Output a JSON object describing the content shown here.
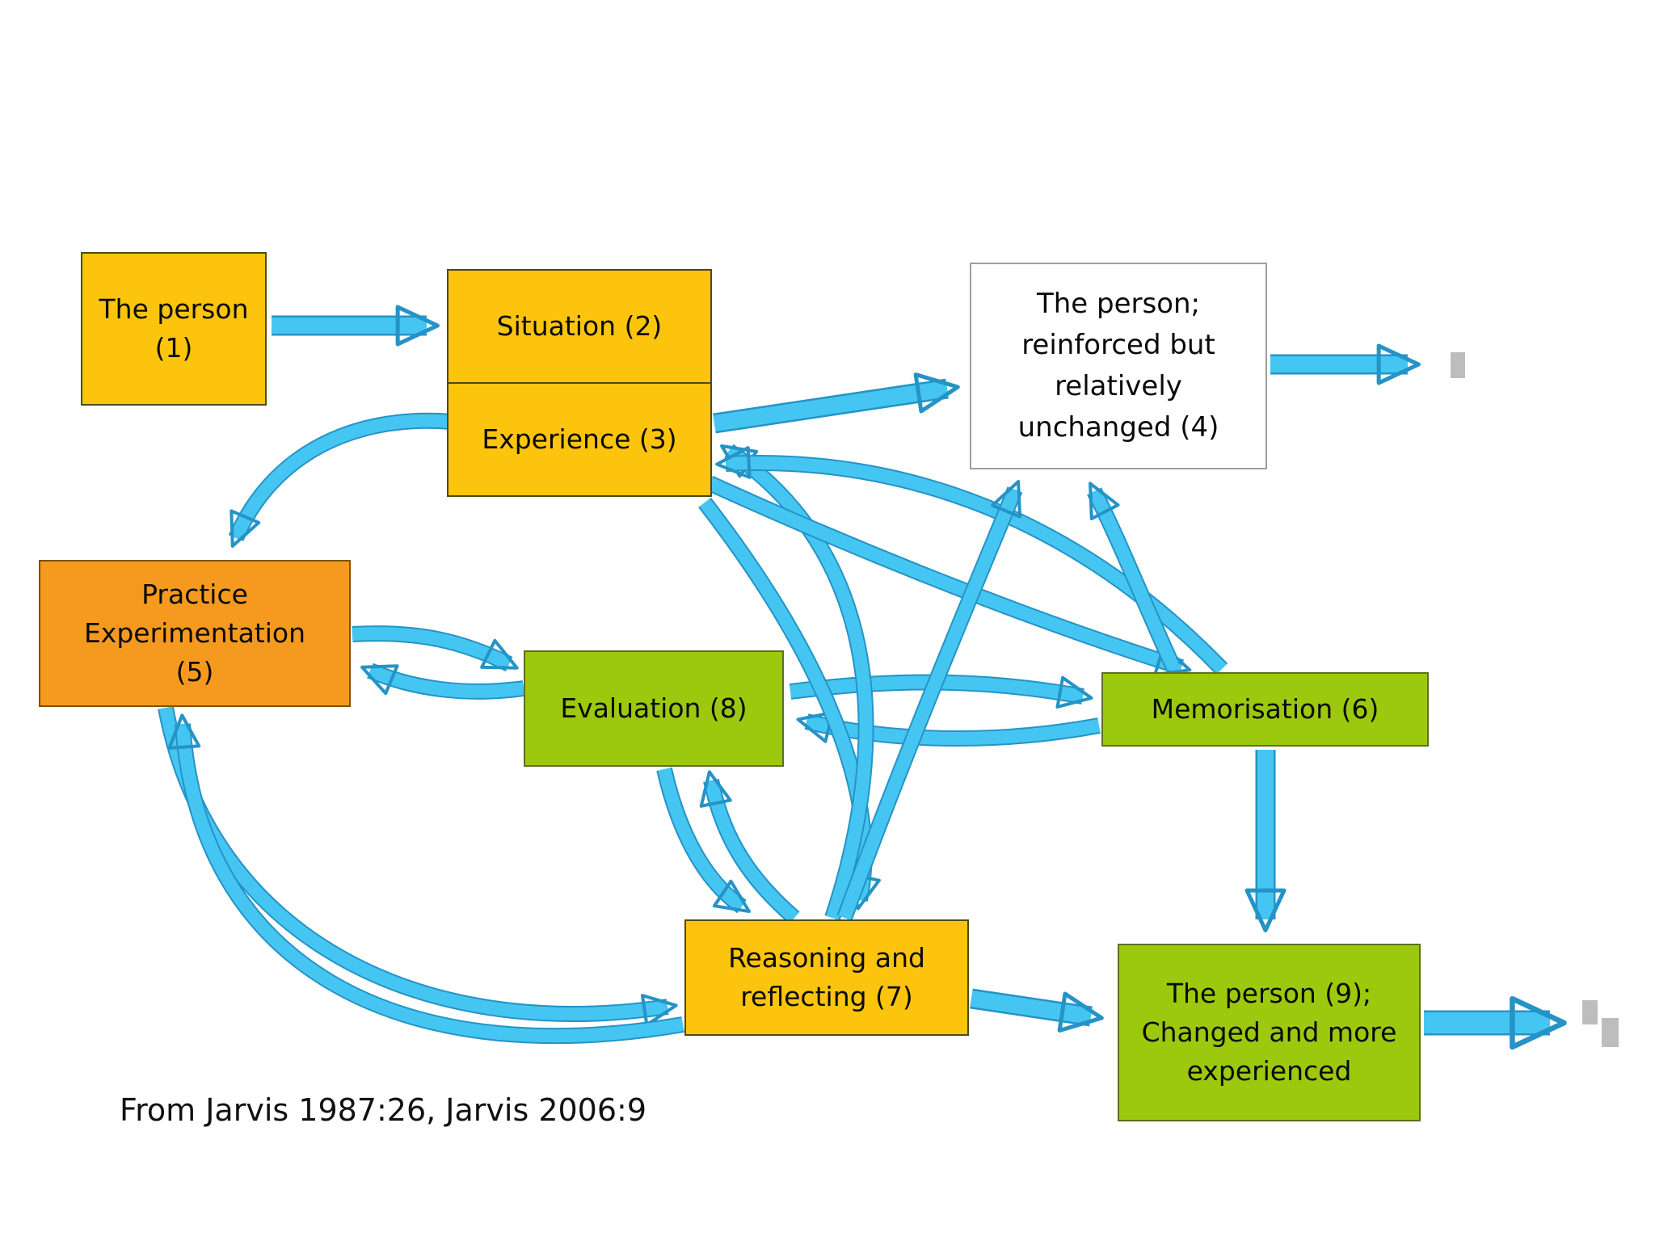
{
  "diagram": {
    "caption": "From Jarvis 1987:26, Jarvis 2006:9",
    "colors": {
      "gold": "#FCC40D",
      "orange": "#F59A1E",
      "green": "#9CC90D",
      "white_box": "#FFFFFF",
      "arrow_blue": "#45C6F2",
      "arrow_outline": "#2593C6",
      "selection_handle_gray": "#BDBDBD",
      "background": "#FFFFFF",
      "text": "#0A0A0A"
    },
    "nodes": {
      "n1": {
        "label": "The person\n(1)",
        "color": "gold"
      },
      "n2": {
        "label": "Situation (2)",
        "color": "gold"
      },
      "n3": {
        "label": "Experience (3)",
        "color": "gold"
      },
      "n4": {
        "label": "The person;\nreinforced but\nrelatively\nunchanged (4)",
        "color": "white"
      },
      "n5": {
        "label": "Practice\nExperimentation\n(5)",
        "color": "orange"
      },
      "n6": {
        "label": "Memorisation (6)",
        "color": "green"
      },
      "n7": {
        "label": "Reasoning and\nreflecting (7)",
        "color": "gold"
      },
      "n8": {
        "label": "Evaluation (8)",
        "color": "green"
      },
      "n9": {
        "label": "The person (9);\nChanged and more\nexperienced",
        "color": "green"
      }
    },
    "edges": [
      {
        "from": "1",
        "to": "2"
      },
      {
        "from": "3",
        "to": "4"
      },
      {
        "from": "4",
        "to": "off-slide-right"
      },
      {
        "from": "3",
        "to": "5"
      },
      {
        "from": "5",
        "to": "8"
      },
      {
        "from": "8",
        "to": "5"
      },
      {
        "from": "8",
        "to": "6"
      },
      {
        "from": "6",
        "to": "8"
      },
      {
        "from": "6",
        "to": "9"
      },
      {
        "from": "7",
        "to": "9"
      },
      {
        "from": "9",
        "to": "off-slide-right"
      },
      {
        "from": "8",
        "to": "7"
      },
      {
        "from": "7",
        "to": "8"
      },
      {
        "from": "3",
        "to": "7"
      },
      {
        "from": "7",
        "to": "3"
      },
      {
        "from": "3",
        "to": "6"
      },
      {
        "from": "6",
        "to": "3"
      },
      {
        "from": "7",
        "to": "4"
      },
      {
        "from": "6",
        "to": "4"
      },
      {
        "from": "5",
        "to": "7"
      },
      {
        "from": "7",
        "to": "5"
      }
    ]
  }
}
